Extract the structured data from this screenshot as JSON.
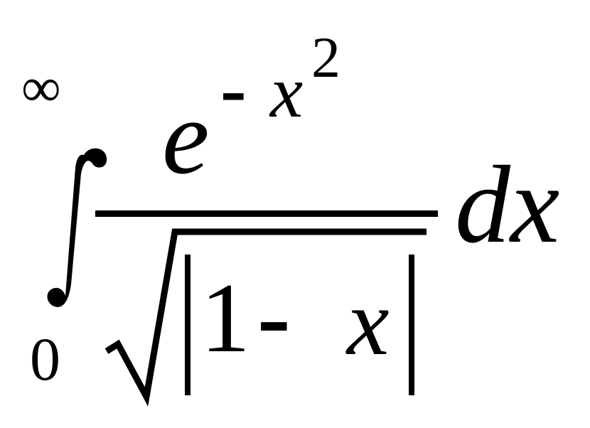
{
  "formula": {
    "upper_limit": "∞",
    "lower_limit": "0",
    "numerator": {
      "base": "e",
      "exponent_sign": "-",
      "exponent_variable": "x",
      "exponent_power": "2"
    },
    "denominator": {
      "constant": "1",
      "operator": "-",
      "variable": "x"
    },
    "differential": "dx"
  }
}
